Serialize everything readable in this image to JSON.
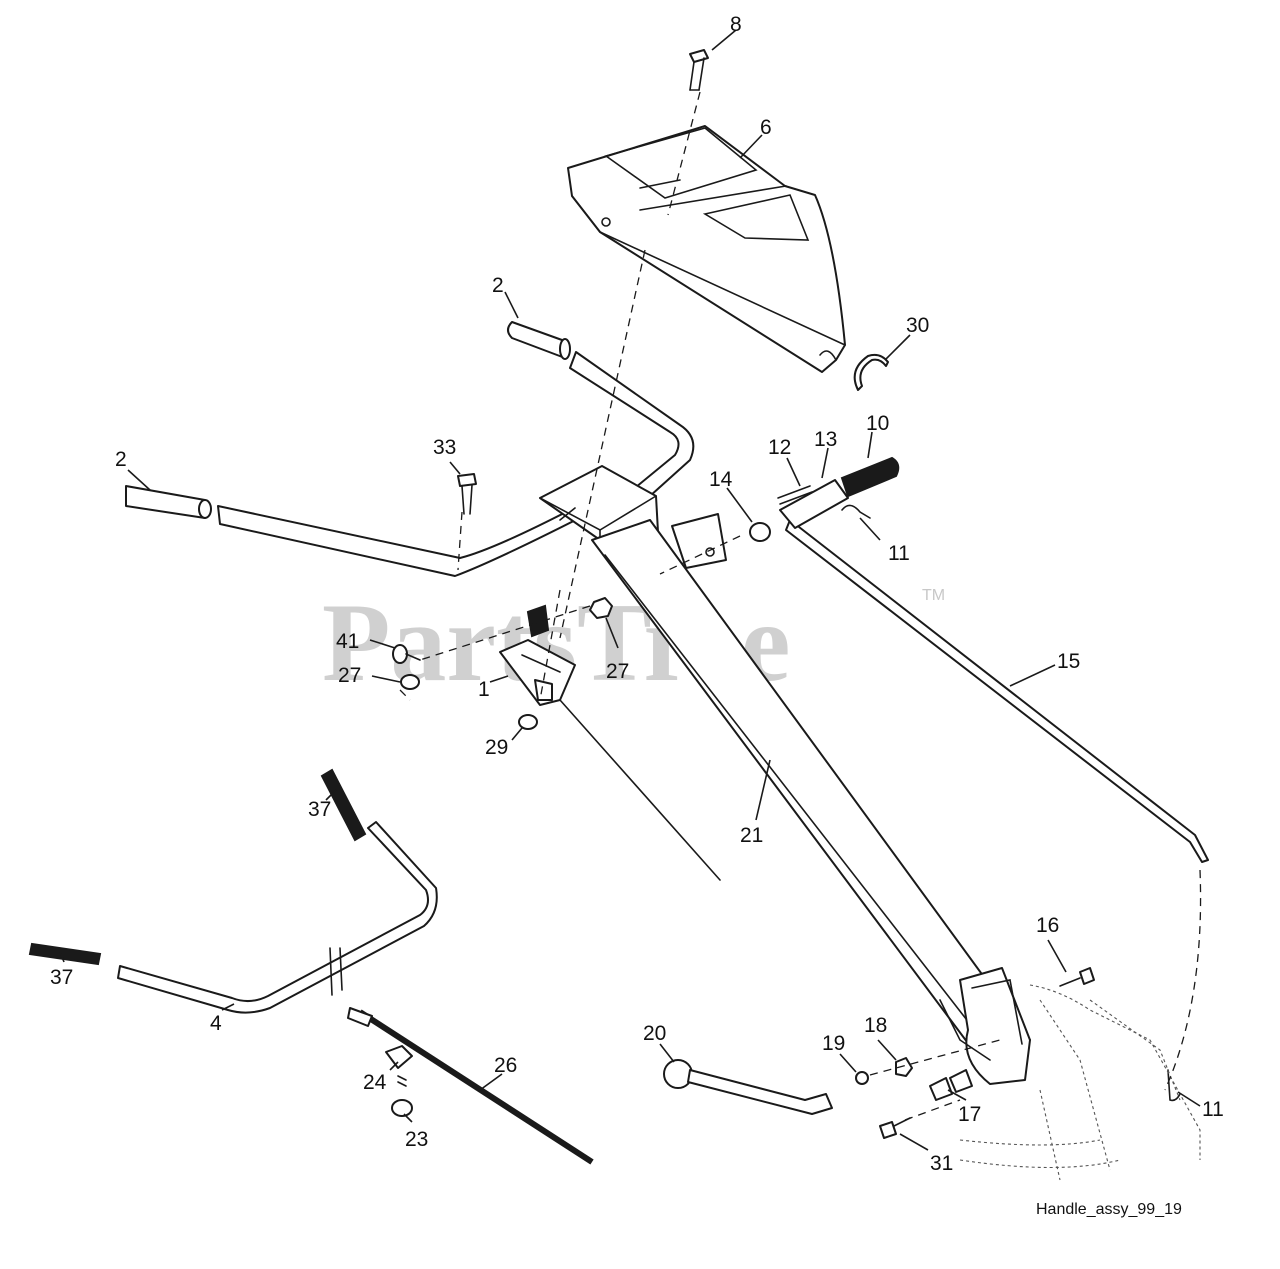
{
  "watermark": {
    "text": "PartsTree",
    "trademark": "TM"
  },
  "caption": "Handle_assy_99_19",
  "callouts": {
    "c8": "8",
    "c6": "6",
    "c2a": "2",
    "c30": "30",
    "c2b": "2",
    "c33": "33",
    "c12": "12",
    "c13": "13",
    "c10": "10",
    "c14": "14",
    "c11a": "11",
    "c15": "15",
    "c41": "41",
    "c27a": "27",
    "c27b": "27",
    "c1": "1",
    "c29": "29",
    "c37a": "37",
    "c37b": "37",
    "c21": "21",
    "c4": "4",
    "c16": "16",
    "c26": "26",
    "c24": "24",
    "c23": "23",
    "c20": "20",
    "c19": "19",
    "c18": "18",
    "c17": "17",
    "c11b": "11",
    "c31": "31"
  }
}
